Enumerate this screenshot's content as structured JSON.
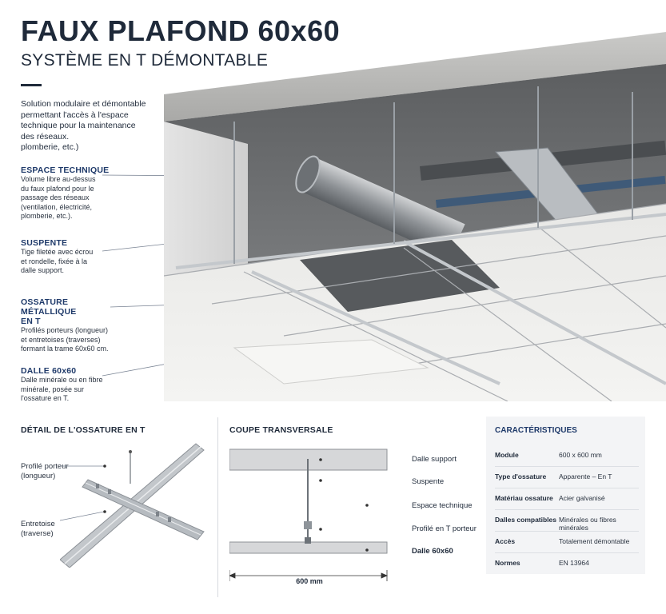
{
  "header": {
    "title": "FAUX PLAFOND 60x60",
    "subtitle": "SYSTÈME EN T DÉMONTABLE"
  },
  "intro": "Solution modulaire et démontable\npermettant l'accès à l'espace\ntechnique pour la maintenance\ndes réseaux.\nplomberie, etc.)",
  "callouts": [
    {
      "title": "ESPACE TECHNIQUE",
      "body": "Volume libre au-dessus\ndu faux plafond pour le\npassage des réseaux\n(ventilation, électricité,\nplomberie, etc.)."
    },
    {
      "title": "SUSPENTE",
      "body": "Tige filetée avec écrou\net rondelle, fixée à la\ndalle support."
    },
    {
      "title": "OSSATURE MÉTALLIQUE",
      "title2": "EN T",
      "body": "Profilés porteurs (longueur)\net entretoises (traverses)\nformant la trame 60x60 cm."
    },
    {
      "title": "DALLE 60x60",
      "body": "Dalle minérale ou en fibre\nminérale, posée sur\nl'ossature en T."
    }
  ],
  "detail": {
    "title": "DÉTAIL DE L'OSSATURE EN T",
    "label_porteur": "Profilé porteur\n(longueur)",
    "label_entretoise": "Entretoise\n(traverse)"
  },
  "coupe": {
    "title": "COUPE TRANSVERSALE",
    "labels": [
      "Dalle support",
      "Suspente",
      "Espace technique",
      "Profilé en T porteur",
      "Dalle 60x60"
    ],
    "dimension": "600 mm"
  },
  "characteristics": {
    "title": "CARACTÉRISTIQUES",
    "rows": [
      {
        "key": "Module",
        "value": "600 x 600 mm"
      },
      {
        "key": "Type d'ossature",
        "value": "Apparente – En T"
      },
      {
        "key": "Matériau ossature",
        "value": "Acier galvanisé"
      },
      {
        "key": "Dalles compatibles",
        "value": "Minérales ou fibres minérales"
      },
      {
        "key": "Accès",
        "value": "Totalement démontable"
      },
      {
        "key": "Normes",
        "value": "EN 13964"
      }
    ]
  }
}
